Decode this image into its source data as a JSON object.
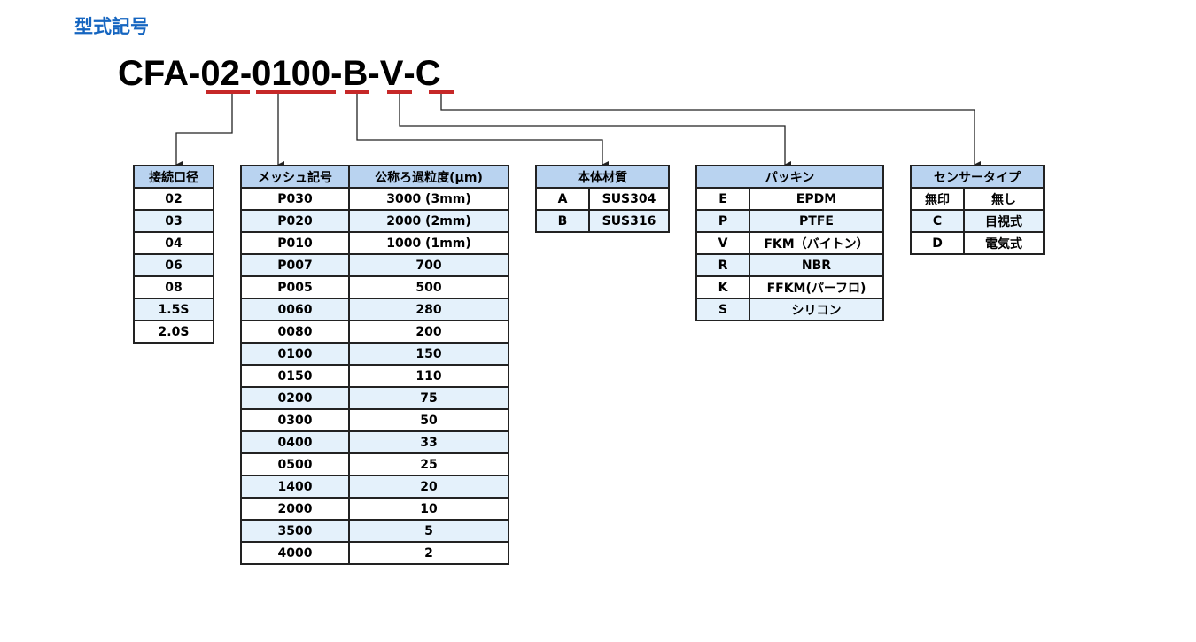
{
  "heading": "型式記号",
  "model_code": {
    "parts": [
      "CFA-",
      "02",
      "-",
      "0100",
      "-",
      "B",
      "- ",
      "V",
      " -",
      "C"
    ]
  },
  "tables": {
    "port": {
      "header": "接続口径",
      "rows": [
        "02",
        "03",
        "04",
        "06",
        "08",
        "1.5S",
        "2.0S"
      ]
    },
    "mesh": {
      "headers": [
        "メッシュ記号",
        "公称ろ過粒度(μm)"
      ],
      "rows": [
        [
          "P030",
          "3000 (3mm)"
        ],
        [
          "P020",
          "2000 (2mm)"
        ],
        [
          "P010",
          "1000 (1mm)"
        ],
        [
          "P007",
          "700"
        ],
        [
          "P005",
          "500"
        ],
        [
          "0060",
          "280"
        ],
        [
          "0080",
          "200"
        ],
        [
          "0100",
          "150"
        ],
        [
          "0150",
          "110"
        ],
        [
          "0200",
          "75"
        ],
        [
          "0300",
          "50"
        ],
        [
          "0400",
          "33"
        ],
        [
          "0500",
          "25"
        ],
        [
          "1400",
          "20"
        ],
        [
          "2000",
          "10"
        ],
        [
          "3500",
          "5"
        ],
        [
          "4000",
          "2"
        ]
      ]
    },
    "body": {
      "header": "本体材質",
      "rows": [
        [
          "A",
          "SUS304"
        ],
        [
          "B",
          "SUS316"
        ]
      ]
    },
    "packing": {
      "header": "パッキン",
      "rows": [
        [
          "E",
          "EPDM"
        ],
        [
          "P",
          "PTFE"
        ],
        [
          "V",
          "FKM（バイトン）"
        ],
        [
          "R",
          "NBR"
        ],
        [
          "K",
          "FFKM(パーフロ)"
        ],
        [
          "S",
          "シリコン"
        ]
      ]
    },
    "sensor": {
      "header": "センサータイプ",
      "rows": [
        [
          "無印",
          "無し"
        ],
        [
          "C",
          "目視式"
        ],
        [
          "D",
          "電気式"
        ]
      ]
    }
  }
}
